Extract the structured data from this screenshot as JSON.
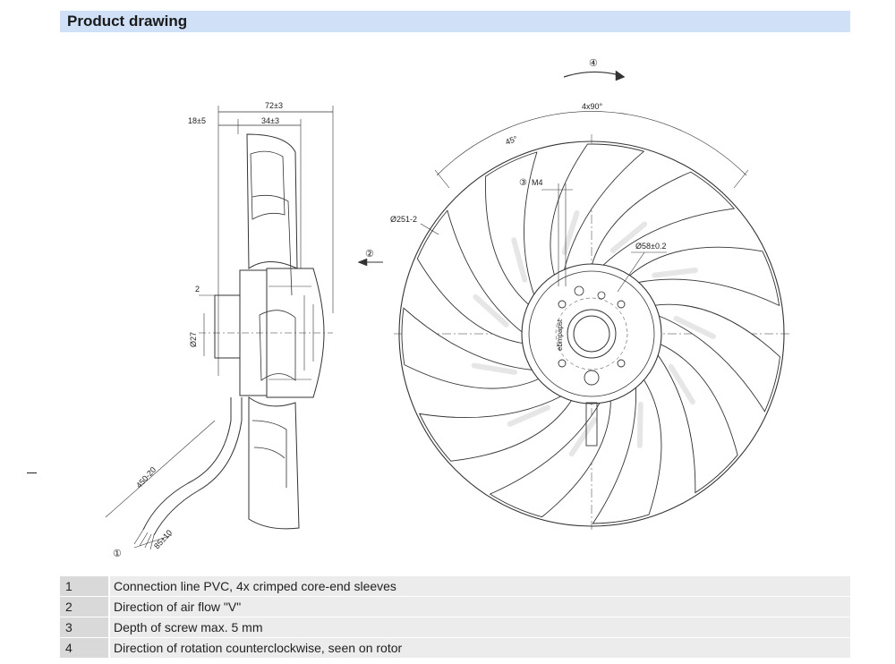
{
  "header": {
    "title": "Product drawing"
  },
  "side_view": {
    "dim_overall": "72±3",
    "dim_hub_offset": "18±5",
    "dim_blade_depth": "34±3",
    "dim_gap": "2",
    "dim_shaft": "Ø27",
    "dim_cable": "450-20",
    "dim_cable_end": "85±10",
    "callout_cable": "①"
  },
  "front_view": {
    "dim_diameter": "Ø251-2",
    "dim_pitch": "4x90°",
    "dim_angle": "45°",
    "dim_bolt_circle": "Ø58±0.2",
    "screw_label": "M4",
    "callout_screw": "③",
    "callout_airflow": "②",
    "callout_rotation": "④",
    "hub_label": "ebmpapst"
  },
  "legend": [
    {
      "num": "1",
      "text": "Connection line PVC, 4x crimped core-end sleeves"
    },
    {
      "num": "2",
      "text": "Direction of air flow \"V\""
    },
    {
      "num": "3",
      "text": "Depth of screw max. 5 mm"
    },
    {
      "num": "4",
      "text": "Direction of rotation counterclockwise, seen on rotor"
    }
  ],
  "colors": {
    "header_bg": "#cfe0f7",
    "legend_num_bg": "#d9d9d9",
    "legend_text_bg": "#ececec",
    "line": "#333333"
  }
}
